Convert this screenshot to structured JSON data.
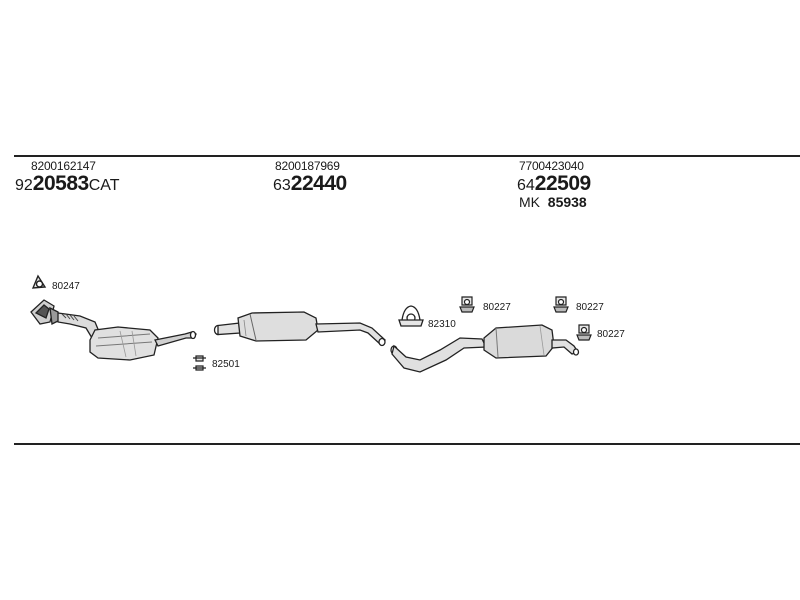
{
  "sections": [
    {
      "oem": "8200162147",
      "code_prefix": "92",
      "code_main": "20583",
      "code_suffix": "CAT"
    },
    {
      "oem": "8200187969",
      "code_prefix": "63",
      "code_main": "22440",
      "code_suffix": ""
    },
    {
      "oem": "7700423040",
      "code_prefix": "64",
      "code_main": "22509",
      "code_suffix": "",
      "mk_label": "MK",
      "mk_number": "85938"
    }
  ],
  "parts": {
    "p1": "80247",
    "p2": "82501",
    "p3": "82310",
    "p4": "80227",
    "p5": "80227",
    "p6": "80227"
  },
  "colors": {
    "line": "#222222",
    "part_fill": "#d9d9d9",
    "part_shade": "#8c8c8c"
  }
}
